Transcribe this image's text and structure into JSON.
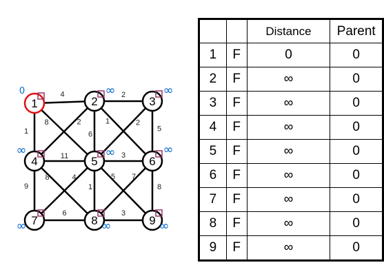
{
  "colors": {
    "node_stroke": "#000000",
    "start_node_stroke": "#e01010",
    "marker": "#993366",
    "infinity": "#0066cc",
    "zero_label": "#0066cc",
    "distance_value": "#0000cc",
    "start_id": "#e01010"
  },
  "graph": {
    "nodes": [
      {
        "id": "1",
        "dist": "0"
      },
      {
        "id": "2",
        "dist": "∞"
      },
      {
        "id": "3",
        "dist": "∞"
      },
      {
        "id": "4",
        "dist": "∞"
      },
      {
        "id": "5",
        "dist": "∞"
      },
      {
        "id": "6",
        "dist": "∞"
      },
      {
        "id": "7",
        "dist": "∞"
      },
      {
        "id": "8",
        "dist": "∞"
      },
      {
        "id": "9",
        "dist": "∞"
      }
    ],
    "edges": [
      {
        "from": "1",
        "to": "2",
        "weight": "4"
      },
      {
        "from": "2",
        "to": "3",
        "weight": "2"
      },
      {
        "from": "1",
        "to": "4",
        "weight": "1"
      },
      {
        "from": "2",
        "to": "5",
        "weight": "6"
      },
      {
        "from": "3",
        "to": "6",
        "weight": "5"
      },
      {
        "from": "1",
        "to": "5",
        "weight": "8"
      },
      {
        "from": "2",
        "to": "4",
        "weight": "2"
      },
      {
        "from": "2",
        "to": "6",
        "weight": "1"
      },
      {
        "from": "3",
        "to": "5",
        "weight": "2"
      },
      {
        "from": "4",
        "to": "5",
        "weight": "11"
      },
      {
        "from": "5",
        "to": "6",
        "weight": "3"
      },
      {
        "from": "4",
        "to": "7",
        "weight": "9"
      },
      {
        "from": "4",
        "to": "8",
        "weight": "8"
      },
      {
        "from": "5",
        "to": "7",
        "weight": "4"
      },
      {
        "from": "5",
        "to": "8",
        "weight": "1"
      },
      {
        "from": "5",
        "to": "9",
        "weight": "5"
      },
      {
        "from": "6",
        "to": "8",
        "weight": "7"
      },
      {
        "from": "6",
        "to": "9",
        "weight": "8"
      },
      {
        "from": "7",
        "to": "8",
        "weight": "6"
      },
      {
        "from": "8",
        "to": "9",
        "weight": "3"
      }
    ]
  },
  "table": {
    "headers": {
      "id": "",
      "flag": "",
      "distance": "Distance",
      "parent": "Parent"
    },
    "rows": [
      {
        "id": "1",
        "flag": "F",
        "distance": "0",
        "parent": "0"
      },
      {
        "id": "2",
        "flag": "F",
        "distance": "∞",
        "parent": "0"
      },
      {
        "id": "3",
        "flag": "F",
        "distance": "∞",
        "parent": "0"
      },
      {
        "id": "4",
        "flag": "F",
        "distance": "∞",
        "parent": "0"
      },
      {
        "id": "5",
        "flag": "F",
        "distance": "∞",
        "parent": "0"
      },
      {
        "id": "6",
        "flag": "F",
        "distance": "∞",
        "parent": "0"
      },
      {
        "id": "7",
        "flag": "F",
        "distance": "∞",
        "parent": "0"
      },
      {
        "id": "8",
        "flag": "F",
        "distance": "∞",
        "parent": "0"
      },
      {
        "id": "9",
        "flag": "F",
        "distance": "∞",
        "parent": "0"
      }
    ]
  }
}
